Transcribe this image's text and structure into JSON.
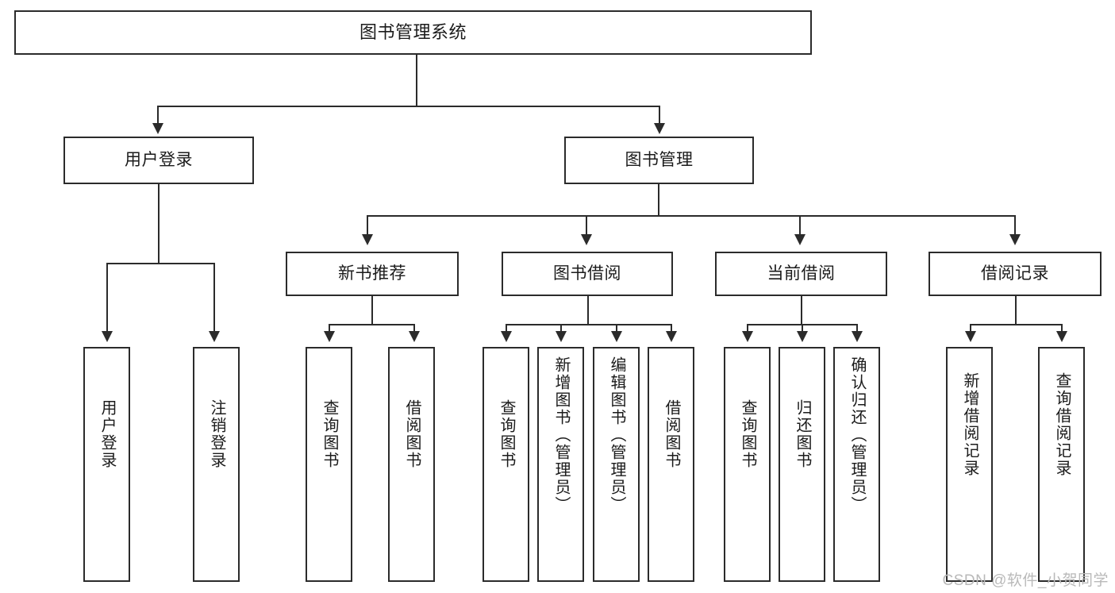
{
  "diagram": {
    "title": "图书管理系统",
    "type": "tree-hierarchy-chart",
    "orientation": "top-down",
    "colors": {
      "stroke": "#2b2b2b",
      "fill": "#ffffff",
      "text": "#1b1b1b",
      "watermark": "#b9b9b9"
    }
  },
  "root": {
    "label": "图书管理系统"
  },
  "level2": [
    {
      "label": "用户登录"
    },
    {
      "label": "图书管理"
    }
  ],
  "level3": [
    {
      "label": "新书推荐"
    },
    {
      "label": "图书借阅"
    },
    {
      "label": "当前借阅"
    },
    {
      "label": "借阅记录"
    }
  ],
  "leaves": {
    "user_login": [
      {
        "label": "用户登录"
      },
      {
        "label": "注销登录"
      }
    ],
    "new_book_recommend": [
      {
        "label": "查询图书"
      },
      {
        "label": "借阅图书"
      }
    ],
    "book_borrow": [
      {
        "label": "查询图书"
      },
      {
        "label": "新增图书（管理员）"
      },
      {
        "label": "编辑图书（管理员）"
      },
      {
        "label": "借阅图书"
      }
    ],
    "current_borrow": [
      {
        "label": "查询图书"
      },
      {
        "label": "归还图书"
      },
      {
        "label": "确认归还（管理员）"
      }
    ],
    "borrow_record": [
      {
        "label": "新增借阅记录"
      },
      {
        "label": "查询借阅记录"
      }
    ]
  },
  "watermark": {
    "text": "CSDN @软件_小贺同学"
  }
}
